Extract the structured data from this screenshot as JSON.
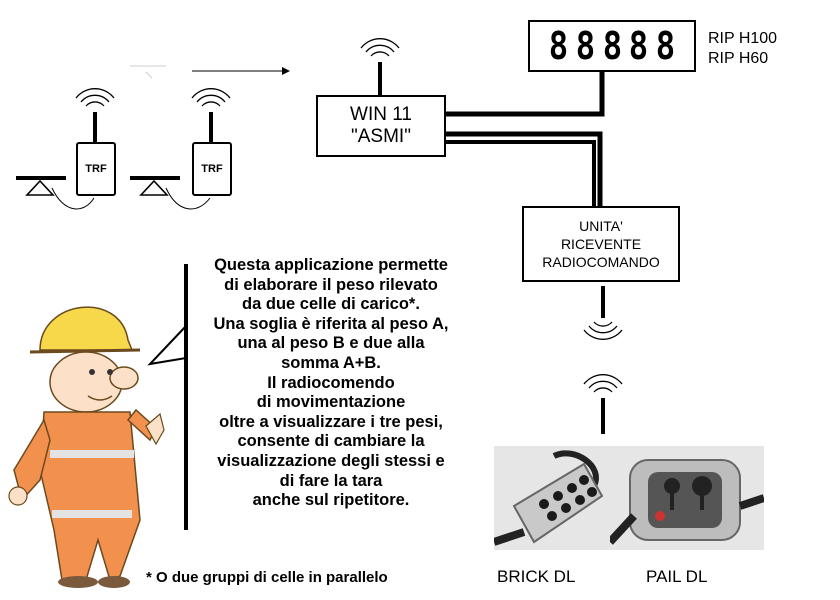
{
  "win_box": {
    "line1": "WIN 11",
    "line2": "\"ASMI\""
  },
  "display": {
    "digits": [
      "8",
      "8",
      "8",
      "8",
      "8"
    ]
  },
  "repeaters": {
    "model1": "RIP H100",
    "model2": "RIP H60"
  },
  "receiver": {
    "line1": "UNITA'",
    "line2": "RICEVENTE",
    "line3": "RADIOCOMANDO"
  },
  "transmitters": [
    {
      "label": "TRF"
    },
    {
      "label": "TRF"
    }
  ],
  "description_lines": [
    "Questa applicazione permette",
    "di elaborare il peso rilevato",
    "da due celle di carico*.",
    "Una soglia è riferita al peso A,",
    "una al peso B e due alla",
    "somma A+B.",
    "Il radiocomendo",
    "di movimentazione",
    "oltre a visualizzare i tre pesi,",
    "consente di cambiare la",
    "visualizzazione degli stessi e",
    "di fare la tara",
    "anche sul ripetitore."
  ],
  "footnote": "* O due gruppi di celle in parallelo",
  "remotes": {
    "left_caption": "BRICK DL",
    "right_caption": "PAIL DL"
  }
}
